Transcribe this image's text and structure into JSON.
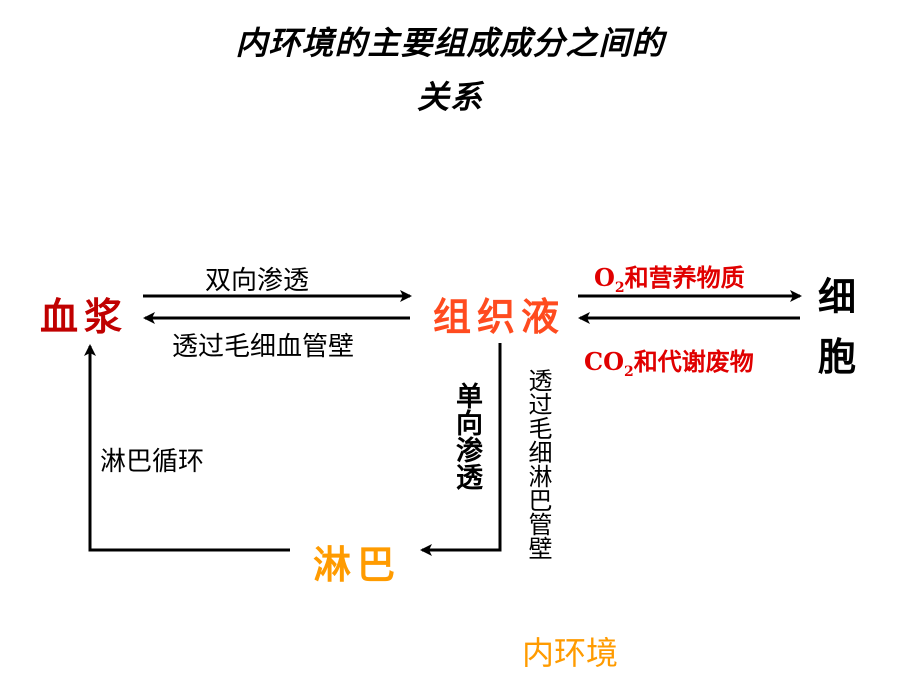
{
  "title": {
    "line1": "内环境的主要组成成分之间的",
    "line2": "关系"
  },
  "nodes": {
    "plasma": "血浆",
    "tissue_fluid": "组织液",
    "lymph": "淋巴",
    "cell_line1": "细",
    "cell_line2": "胞"
  },
  "edges": {
    "plasma_to_tissue": "双向渗透",
    "tissue_to_plasma": "透过毛细血管壁",
    "lymph_to_plasma": "淋巴循环",
    "tissue_to_lymph": "单向渗透",
    "tissue_to_lymph_note": "透过毛细淋巴管壁",
    "to_cell_prefix": "O",
    "to_cell_sub": "2",
    "to_cell_text": "和营养物质",
    "from_cell_prefix": "CO",
    "from_cell_sub": "2",
    "from_cell_text": "和代谢废物"
  },
  "footer": "内环境",
  "colors": {
    "plasma": "#c00000",
    "tissue_fluid": "#ff4b1f",
    "lymph": "#ff9b00",
    "exchange": "#e00000",
    "footer": "#ff9b00"
  }
}
